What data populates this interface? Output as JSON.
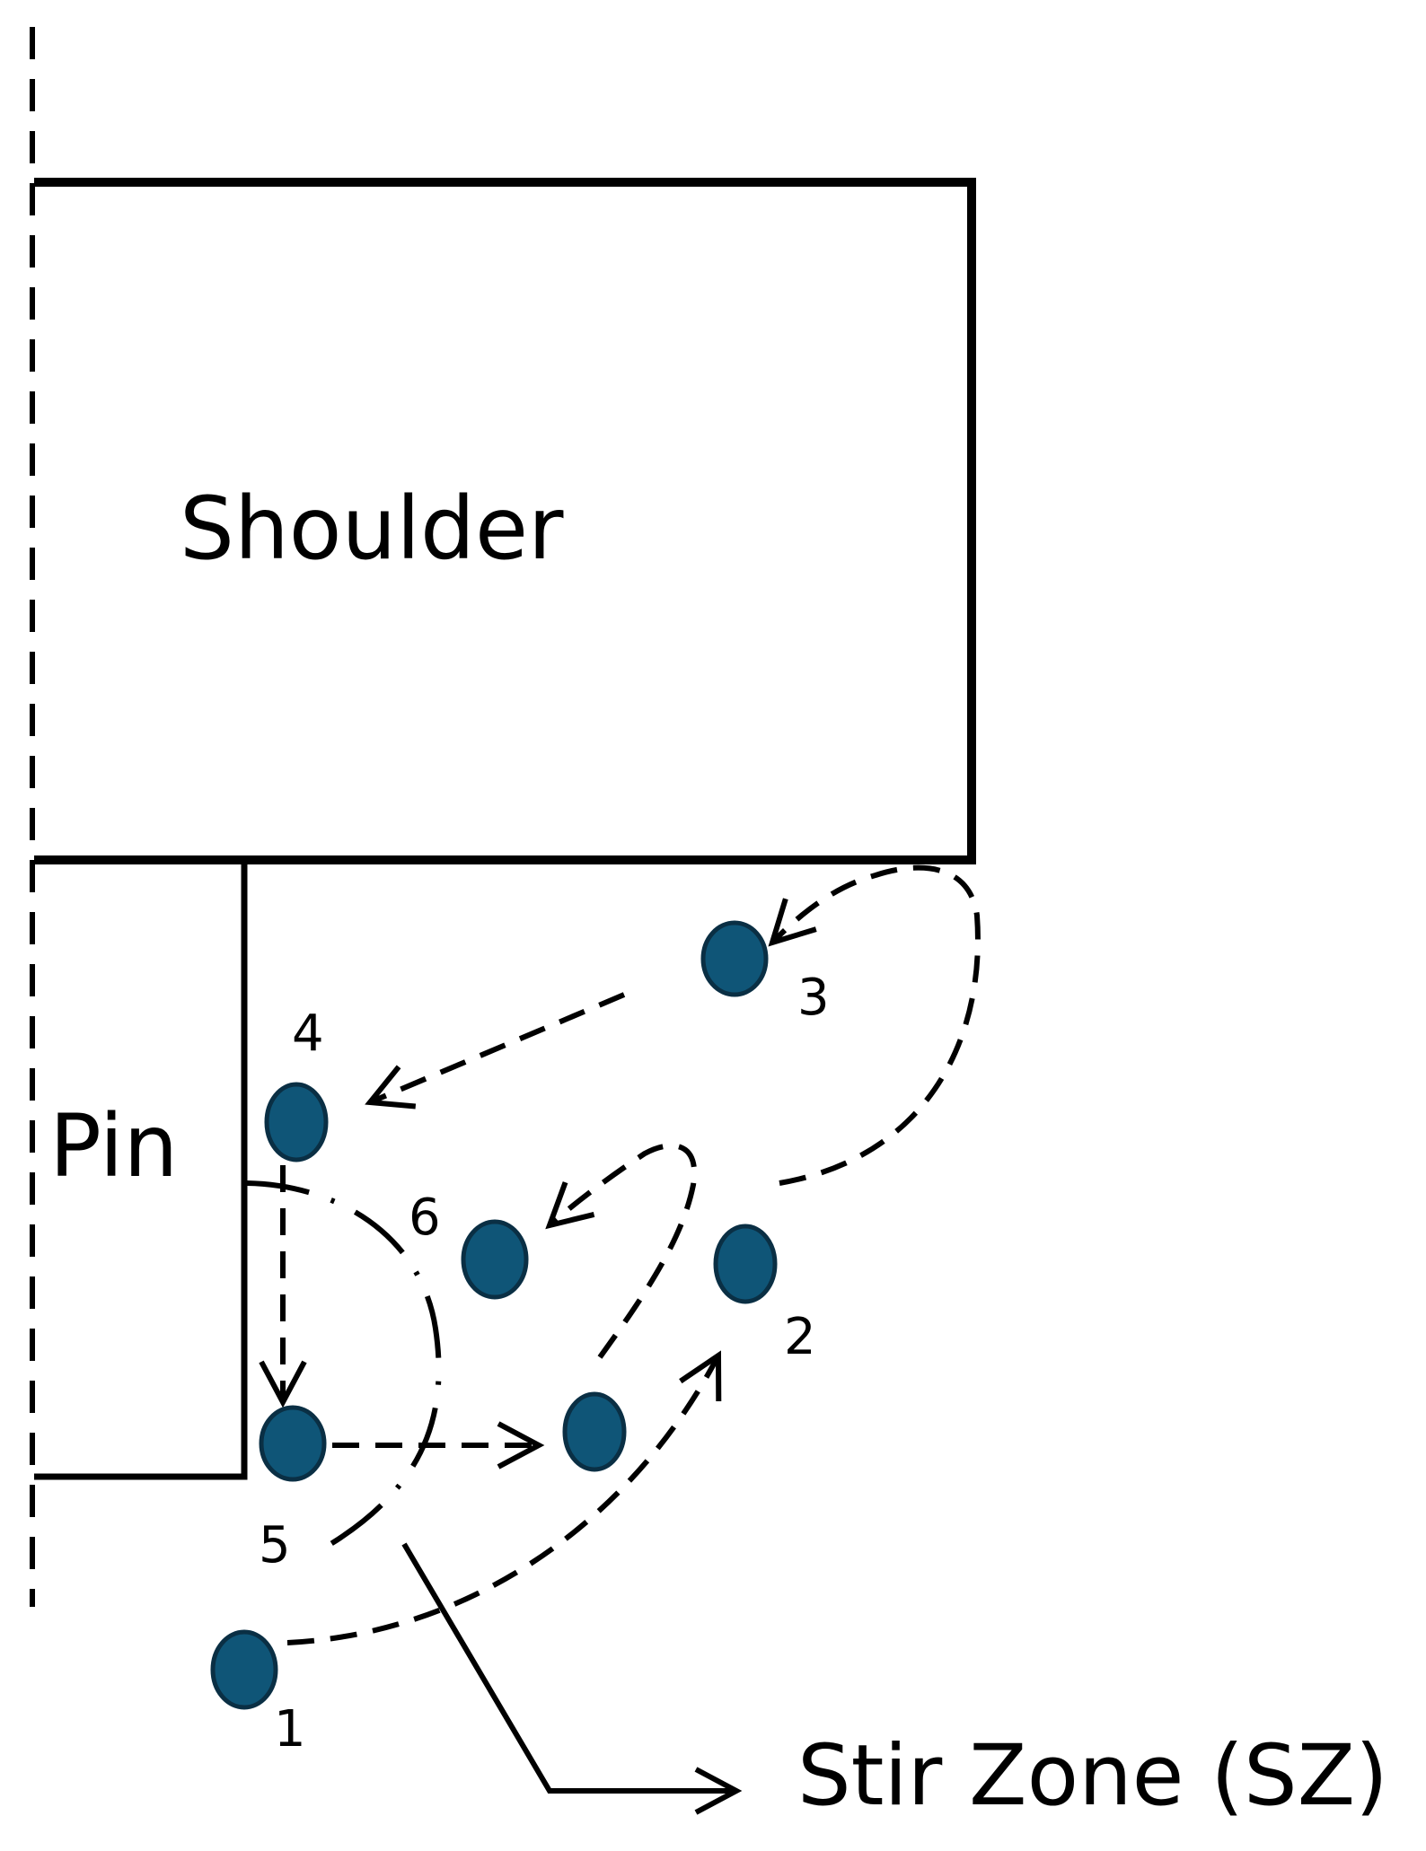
{
  "diagram": {
    "shoulder_label": "Shoulder",
    "pin_label": "Pin",
    "stir_zone_label": "Stir Zone (SZ)",
    "points": [
      {
        "id": "1",
        "label": "1"
      },
      {
        "id": "2",
        "label": "2"
      },
      {
        "id": "3",
        "label": "3"
      },
      {
        "id": "4",
        "label": "4"
      },
      {
        "id": "5",
        "label": "5"
      },
      {
        "id": "6",
        "label": "6"
      }
    ]
  },
  "colors": {
    "point_fill": "#0f5577",
    "point_stroke": "#0a2f44",
    "line": "#000000",
    "background": "#ffffff"
  }
}
